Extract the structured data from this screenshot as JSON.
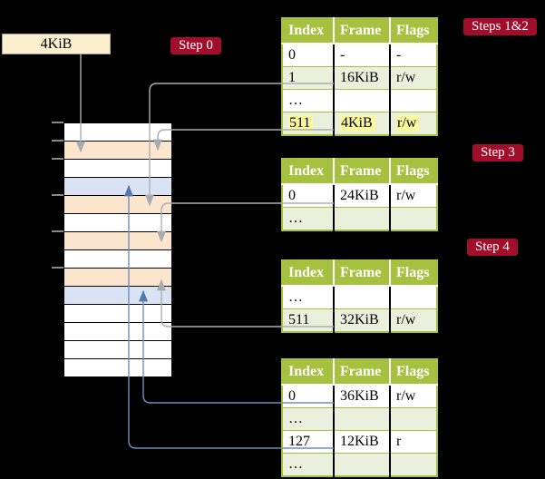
{
  "labels": {
    "page_size_box": "4KiB",
    "step0": "Step 0",
    "steps12": "Steps 1&2",
    "step3": "Step 3",
    "step4": "Step 4"
  },
  "table_columns": [
    "Index",
    "Frame",
    "Flags"
  ],
  "tables": {
    "steps12": {
      "rows": [
        {
          "index": "0",
          "frame": "-",
          "flags": "-"
        },
        {
          "index": "1",
          "frame": "16KiB",
          "flags": "r/w"
        },
        {
          "index": "…",
          "frame": "",
          "flags": ""
        },
        {
          "index": "511",
          "frame": "4KiB",
          "flags": "r/w",
          "highlighted": "yes"
        }
      ]
    },
    "step3": {
      "rows": [
        {
          "index": "0",
          "frame": "24KiB",
          "flags": "r/w"
        },
        {
          "index": "…",
          "frame": "",
          "flags": ""
        }
      ]
    },
    "step4": {
      "rows": [
        {
          "index": "…",
          "frame": "",
          "flags": ""
        },
        {
          "index": "511",
          "frame": "32KiB",
          "flags": "r/w"
        }
      ]
    },
    "final": {
      "rows": [
        {
          "index": "0",
          "frame": "36KiB",
          "flags": "r/w"
        },
        {
          "index": "…",
          "frame": "",
          "flags": ""
        },
        {
          "index": "127",
          "frame": "12KiB",
          "flags": "r"
        },
        {
          "index": "…",
          "frame": "",
          "flags": ""
        }
      ]
    }
  },
  "memory_rows": [
    "white",
    "peach",
    "white",
    "blue",
    "peach",
    "white",
    "peach",
    "white",
    "peach",
    "blue",
    "white",
    "white",
    "white",
    "white"
  ],
  "colors": {
    "badge_red": "#A20D2B",
    "table_green": "#A5C13F",
    "table_row_green": "#EAF0DB",
    "highlight_yellow": "#FBF9A0",
    "memory_peach": "#FBE5CD",
    "memory_blue": "#DAE3F3",
    "size_box_cream": "#FBEFCD",
    "gray_connector": "#ABAEB3",
    "blue_connector": "#6E8DC0"
  }
}
